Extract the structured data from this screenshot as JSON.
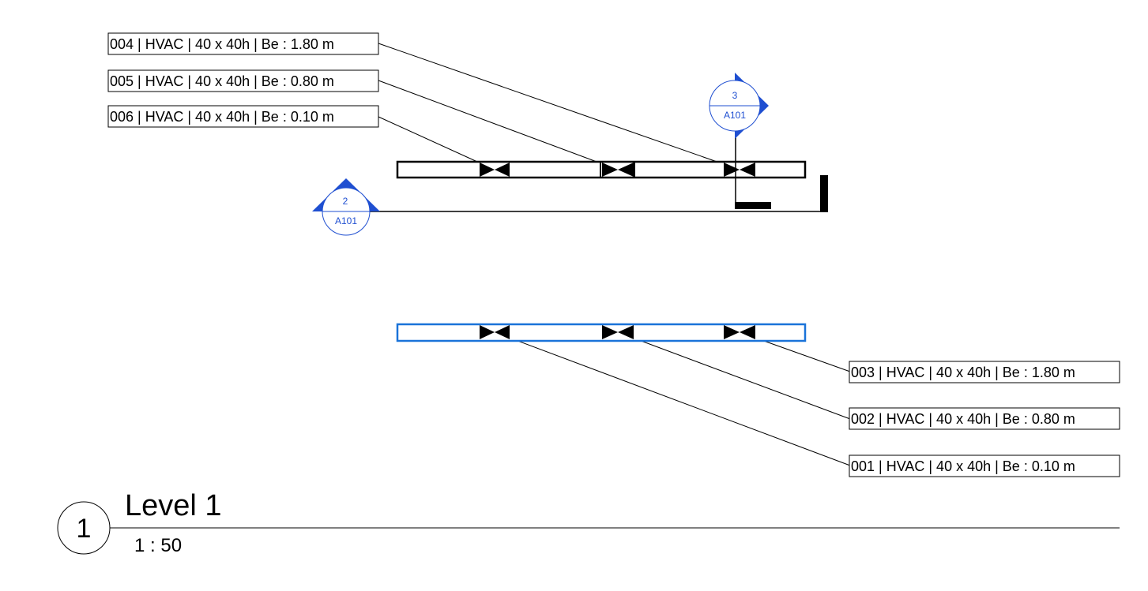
{
  "colors": {
    "ink": "#000000",
    "selection": "#1a73d9",
    "marker": "#1f4fd1"
  },
  "tags_top": [
    {
      "label": "004 | HVAC | 40 x 40h | Be : 1.80 m"
    },
    {
      "label": "005 | HVAC | 40 x 40h | Be : 0.80 m"
    },
    {
      "label": "006 | HVAC | 40 x 40h | Be : 0.10 m"
    }
  ],
  "tags_bottom": [
    {
      "label": "003 | HVAC | 40 x 40h | Be : 1.80 m"
    },
    {
      "label": "002 | HVAC | 40 x 40h | Be : 0.80 m"
    },
    {
      "label": "001 | HVAC | 40 x 40h | Be : 0.10 m"
    }
  ],
  "section_marker_3": {
    "number": "3",
    "sheet": "A101"
  },
  "section_marker_2": {
    "number": "2",
    "sheet": "A101"
  },
  "view_title": {
    "number": "1",
    "name": "Level 1",
    "scale": "1 : 50"
  }
}
